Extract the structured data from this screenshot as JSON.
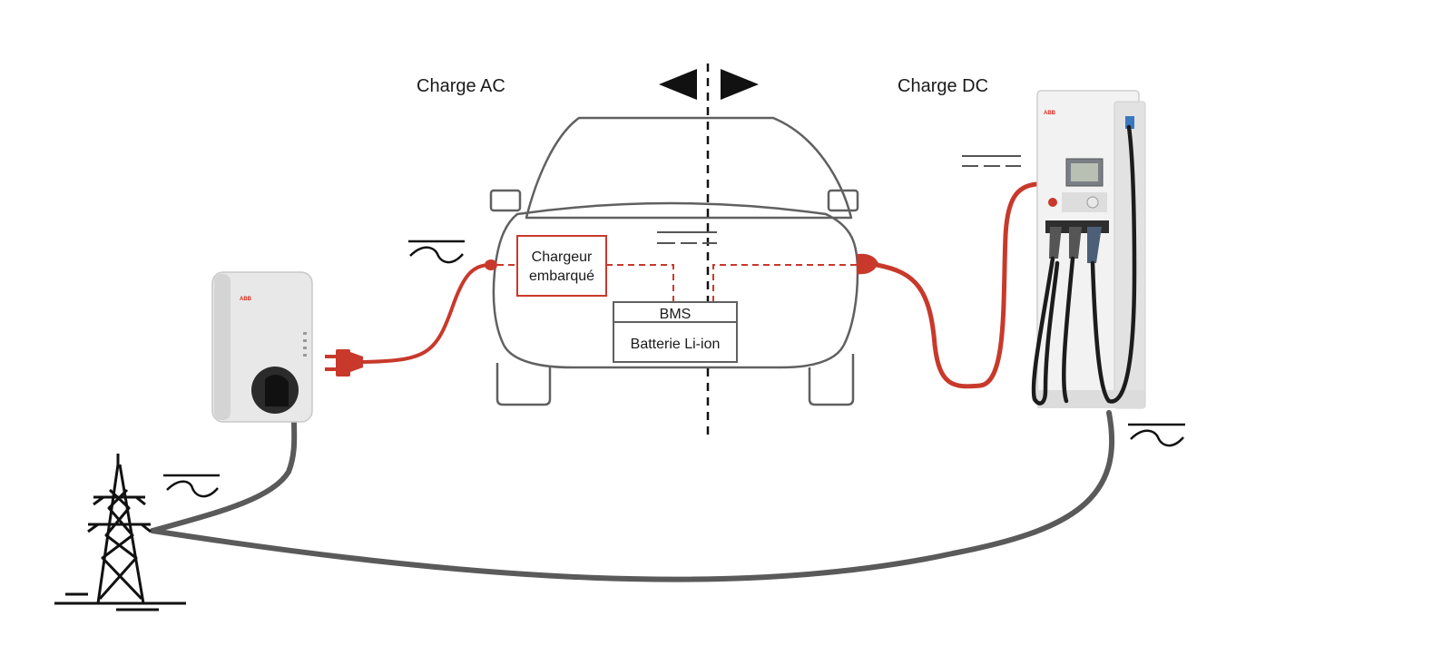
{
  "labels": {
    "charge_ac": "Charge AC",
    "charge_dc": "Charge DC",
    "onboard_charger_line1": "Chargeur",
    "onboard_charger_line2": "embarqué",
    "bms": "BMS",
    "battery": "Batterie Li-ion"
  },
  "brand": {
    "wallbox": "ABB",
    "dc_station": "ABB"
  },
  "icons": {
    "pylon": "power-pylon-icon",
    "ac_symbol": "ac-current-icon",
    "dc_symbol": "dc-current-icon",
    "arrows": "left-right-arrows-icon"
  },
  "colors": {
    "cable_red": "#c8392b",
    "grid_cable": "#5a5a5a",
    "outline": "#606060"
  }
}
